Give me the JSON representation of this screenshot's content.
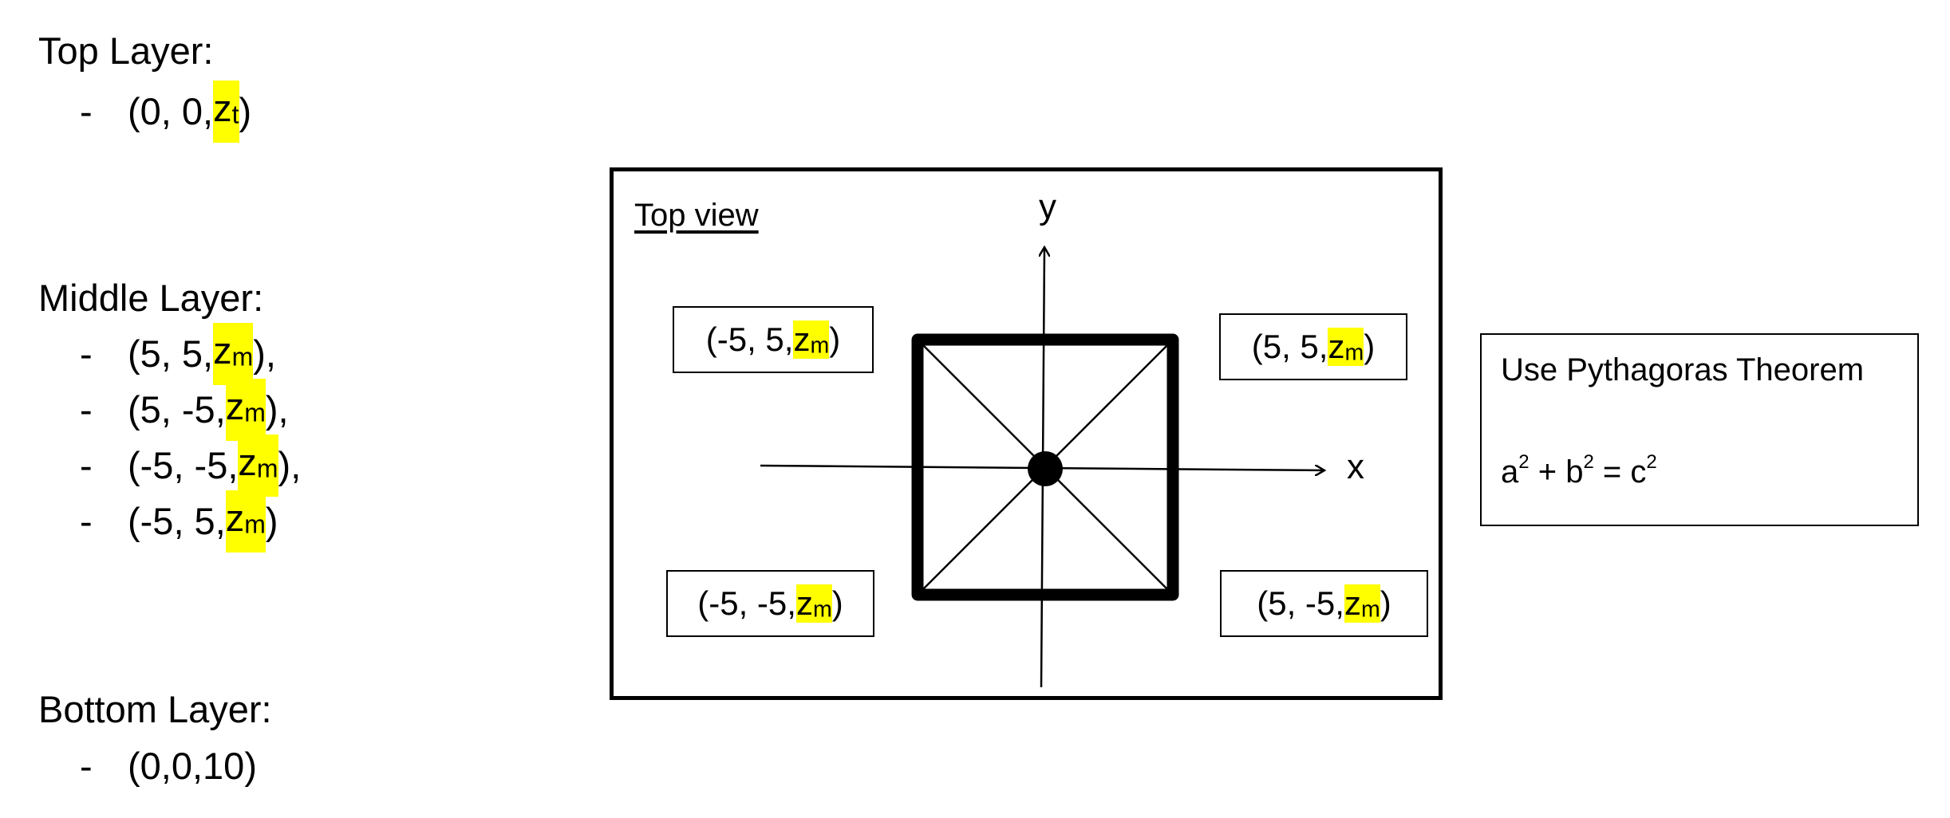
{
  "layers": {
    "top": {
      "title": "Top Layer:",
      "points": [
        {
          "dash": "-",
          "prefix": "(0, 0, ",
          "var": "z",
          "sub": "t",
          "suffix": ")"
        }
      ]
    },
    "middle": {
      "title": "Middle Layer:",
      "points": [
        {
          "dash": "-",
          "prefix": "(5, 5, ",
          "var": "z",
          "sub": "m",
          "suffix": "),"
        },
        {
          "dash": "-",
          "prefix": "(5, -5, ",
          "var": "z",
          "sub": "m",
          "suffix": "),"
        },
        {
          "dash": "-",
          "prefix": "(-5, -5, ",
          "var": "z",
          "sub": "m",
          "suffix": "),"
        },
        {
          "dash": "-",
          "prefix": "(-5, 5, ",
          "var": "z",
          "sub": "m",
          "suffix": ")"
        }
      ]
    },
    "bottom": {
      "title": "Bottom Layer:",
      "points": [
        {
          "dash": "-",
          "text": "(0,0,10)"
        }
      ]
    }
  },
  "diagram": {
    "view_label": "Top view",
    "x_label": "x",
    "y_label": "y",
    "corners": {
      "top_left": {
        "prefix": "(-5, 5, ",
        "var": "z",
        "sub": "m",
        "suffix": ")"
      },
      "top_right": {
        "prefix": "(5, 5, ",
        "var": "z",
        "sub": "m",
        "suffix": ")"
      },
      "bottom_left": {
        "prefix": "(-5, -5, ",
        "var": "z",
        "sub": "m",
        "suffix": ")"
      },
      "bottom_right": {
        "prefix": "(5, -5, ",
        "var": "z",
        "sub": "m",
        "suffix": ")"
      }
    }
  },
  "hint": {
    "title": "Use Pythagoras Theorem",
    "formula": {
      "a": "a",
      "plus": " + ",
      "b": "b",
      "equals": " = ",
      "c": "c",
      "exp": "2"
    }
  },
  "colors": {
    "highlight": "#ffff00",
    "ink": "#000000"
  }
}
